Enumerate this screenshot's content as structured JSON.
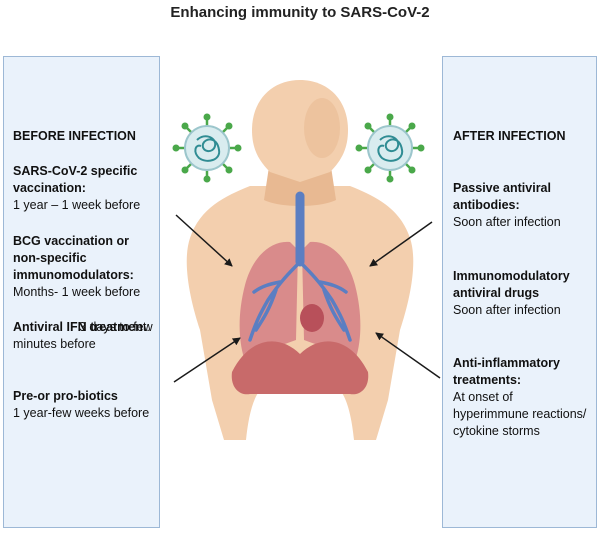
{
  "title": "Enhancing immunity to SARS-CoV-2",
  "before": {
    "heading": "BEFORE INFECTION",
    "items": [
      {
        "label": "SARS-CoV-2 specific vaccination:",
        "timing": "1 year – 1 week before"
      },
      {
        "label": "BCG vaccination or non-specific immunomodulators:",
        "timing": "Months- 1 week before"
      },
      {
        "label": "Antiviral IFN treatmen",
        "label_suffix": "t:",
        "timing": "3 days to few minutes before"
      },
      {
        "label": "Pre-or pro-biotics",
        "timing": "1 year-few weeks before"
      }
    ]
  },
  "after": {
    "heading": "AFTER INFECTION",
    "items": [
      {
        "label": "Passive antiviral antibodies:",
        "timing": "Soon after infection"
      },
      {
        "label": "Immunomodulatory antiviral drugs",
        "timing": "Soon after infection"
      },
      {
        "label": "Anti-inflammatory treatments:",
        "timing": "At onset of hyperimmune reactions/ cytokine storms"
      }
    ]
  },
  "colors": {
    "panel_bg": "#eaf2fb",
    "panel_border": "#9db8d6",
    "skin": "#f3cfae",
    "skin_shadow": "#e8b992",
    "lung": "#d98b8b",
    "bronchi": "#5b7ec2",
    "virus_spike": "#4aa84a",
    "virus_body": "#d9ecef",
    "virus_rna": "#2f8c93",
    "arrow": "#1a1a1a"
  }
}
